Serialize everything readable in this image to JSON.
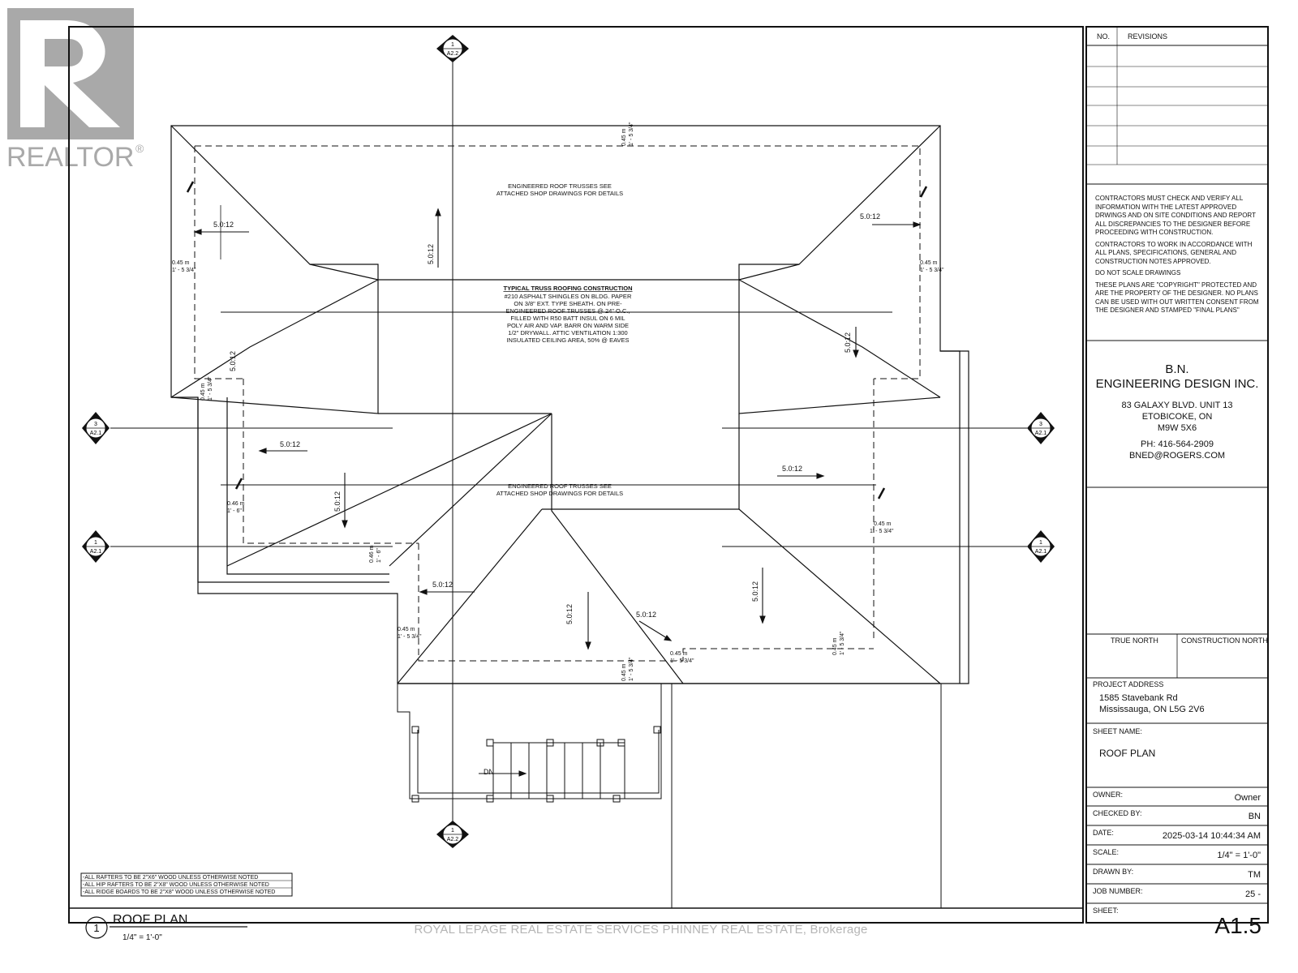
{
  "brand": {
    "realtor_text": "REALTOR",
    "realtor_mark": "®"
  },
  "watermark": "ROYAL LEPAGE REAL ESTATE SERVICES PHINNEY REAL ESTATE, Brokerage",
  "colors": {
    "line": "#111111",
    "watermark": "#8a8a8a",
    "logo": "#a8a8a8"
  },
  "drawing": {
    "notes": {
      "trusses": [
        "ENGINEERED ROOF TRUSSES SEE",
        "ATTACHED SHOP DRAWINGS FOR DETAILS"
      ],
      "typical_title": "TYPICAL TRUSS ROOFING CONSTRUCTION",
      "typical_lines": [
        "#210 ASPHALT SHINGLES ON BLDG. PAPER",
        "ON 3/8\" EXT. TYPE SHEATH. ON PRE-",
        "ENGINEERED ROOF TRUSSES @ 24\" O.C.,",
        "FILLED WITH R50 BATT INSUL ON 6 MIL",
        "POLY AIR AND VAP. BARR ON WARM SIDE",
        "1/2\" DRYWALL. ATTIC VENTILATION 1:300",
        "INSULATED CEILING AREA, 50% @ EAVES"
      ],
      "rafters": [
        "-ALL RAFTERS TO BE 2\"X6\" WOOD UNLESS OTHERWISE NOTED",
        "-ALL HIP RAFTERS TO BE 2\"X8\" WOOD UNLESS OTHERWISE NOTED",
        "-ALL RIDGE BOARDS TO BE 2\"X8\" WOOD UNLESS OTHERWISE NOTED"
      ]
    },
    "slope": "5.0:12",
    "dims": {
      "m045": "0.45 m",
      "ft045": "1' - 5 3/4\"",
      "m046": "0.46 m",
      "ft046": "1' - 6\""
    },
    "sections": {
      "num1": "1",
      "num3": "3",
      "a22": "A2.2",
      "a21": "A2.1"
    },
    "stair": "DN",
    "view": {
      "num": "1",
      "title": "ROOF PLAN",
      "scale": "1/4\" = 1'-0\""
    }
  },
  "title_block": {
    "revisions_no": "NO.",
    "revisions_label": "REVISIONS",
    "notes": [
      "CONTRACTORS MUST CHECK AND VERIFY ALL INFORMATION WITH THE LATEST APPROVED DRWINGS AND ON SITE CONDITIONS AND REPORT ALL DISCREPANCIES TO THE DESIGNER BEFORE PROCEEDING WITH CONSTRUCTION.",
      "CONTRACTORS TO WORK IN ACCORDANCE WITH ALL PLANS, SPECIFICATIONS, GENERAL AND CONSTRUCTION NOTES APPROVED.",
      "DO NOT SCALE DRAWINGS",
      "THESE PLANS ARE \"COPYRIGHT\" PROTECTED AND ARE THE PROPERTY OF THE DESIGNER. NO PLANS CAN BE USED WITH OUT WRITTEN CONSENT FROM THE DESIGNER AND STAMPED \"FINAL PLANS\""
    ],
    "firm": {
      "line1": "B.N.",
      "line2": "ENGINEERING DESIGN INC.",
      "addr1": "83 GALAXY BLVD. UNIT 13",
      "addr2": "ETOBICOKE, ON",
      "addr3": "M9W 5X6",
      "phone": "PH: 416-564-2909",
      "email": "BNED@ROGERS.COM"
    },
    "true_north": "TRUE NORTH",
    "construction_north": "CONSTRUCTION NORTH",
    "project_address_label": "PROJECT ADDRESS",
    "project_address_1": "1585 Stavebank Rd",
    "project_address_2": "Mississauga, ON L5G 2V6",
    "sheet_name_label": "SHEET NAME:",
    "sheet_name": "ROOF PLAN",
    "owner_label": "OWNER:",
    "owner": "Owner",
    "checked_label": "CHECKED BY:",
    "checked": "BN",
    "date_label": "DATE:",
    "date": "2025-03-14 10:44:34 AM",
    "scale_label": "SCALE:",
    "scale": "1/4\" = 1'-0\"",
    "drawn_label": "DRAWN BY:",
    "drawn": "TM",
    "job_label": "JOB NUMBER:",
    "job": "25 -",
    "sheet_label": "SHEET:",
    "sheet": "A1.5"
  }
}
